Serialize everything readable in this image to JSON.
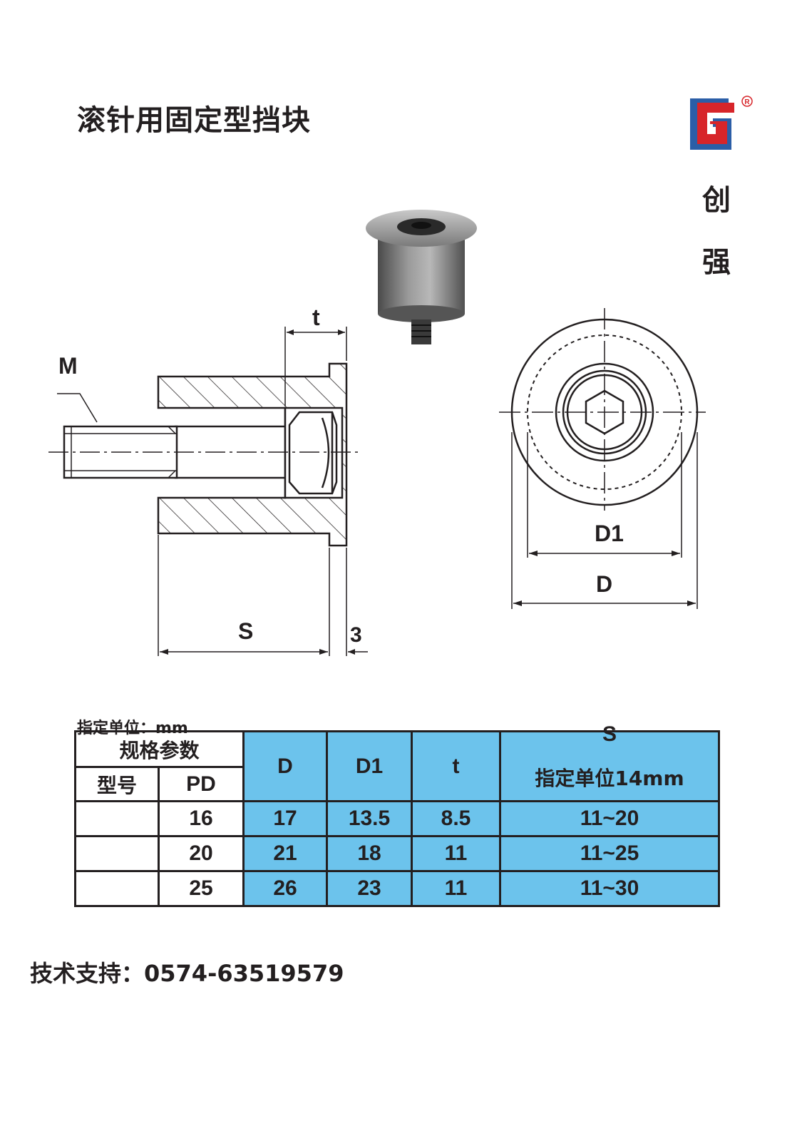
{
  "title": "滚针用固定型挡块",
  "brand": {
    "char1": "创",
    "char2": "强",
    "logo_color_blue": "#2b5ea7",
    "logo_color_red": "#d7252a",
    "registered_mark": "®"
  },
  "drawing": {
    "label_M": "M",
    "label_t": "t",
    "label_S": "S",
    "label_3": "3",
    "label_D1": "D1",
    "label_D": "D"
  },
  "unit_note": "指定单位：mm",
  "table": {
    "header_group": "规格参数",
    "header_model": "型号",
    "header_pd": "PD",
    "header_d": "D",
    "header_d1": "D1",
    "header_t": "t",
    "header_s_top": "S",
    "header_s_bottom": "指定单位14mm",
    "rows": [
      {
        "model": "",
        "pd": "16",
        "d": "17",
        "d1": "13.5",
        "t": "8.5",
        "s": "11~20"
      },
      {
        "model": "",
        "pd": "20",
        "d": "21",
        "d1": "18",
        "t": "11",
        "s": "11~25"
      },
      {
        "model": "",
        "pd": "25",
        "d": "26",
        "d1": "23",
        "t": "11",
        "s": "11~30"
      }
    ],
    "highlight_color": "#6cc3ec"
  },
  "support": "技术支持：0574-63519579"
}
